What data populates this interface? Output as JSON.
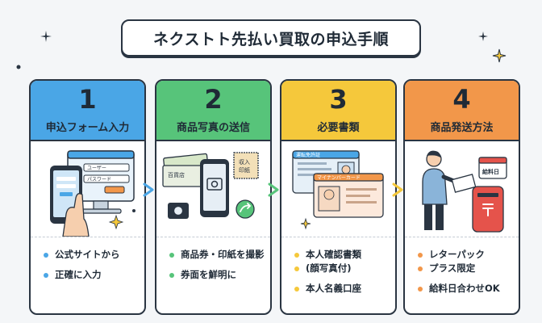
{
  "title": "ネクストト先払い買取の申込手順",
  "steps": [
    {
      "num": "1",
      "title": "申込フォーム入力",
      "bullets": [
        "公式サイトから",
        "正確に入力"
      ]
    },
    {
      "num": "2",
      "title": "商品写真の送信",
      "bullets": [
        "商品券・印紙を撮影",
        "券面を鮮明に"
      ]
    },
    {
      "num": "3",
      "title": "必要書類",
      "bullets": [
        "本人確認書類",
        "(顔写真付)",
        "本人名義口座"
      ]
    },
    {
      "num": "4",
      "title": "商品発送方法",
      "bullets": [
        "レターパック",
        "プラス限定",
        "給料日合わせOK"
      ]
    }
  ],
  "illustrations": {
    "form_fields": [
      "ユーザー",
      "パスワード"
    ],
    "gift_card": "百貨店",
    "stamp_lines": [
      "収入",
      "印紙"
    ],
    "license_label": "運転免許証",
    "mynumber_label": "マイナンバーカード",
    "calendar_label": "給料日"
  },
  "colors": {
    "step1": "#4aa6e6",
    "step2": "#57c47a",
    "step3": "#f5c83b",
    "step4": "#f2974a"
  }
}
